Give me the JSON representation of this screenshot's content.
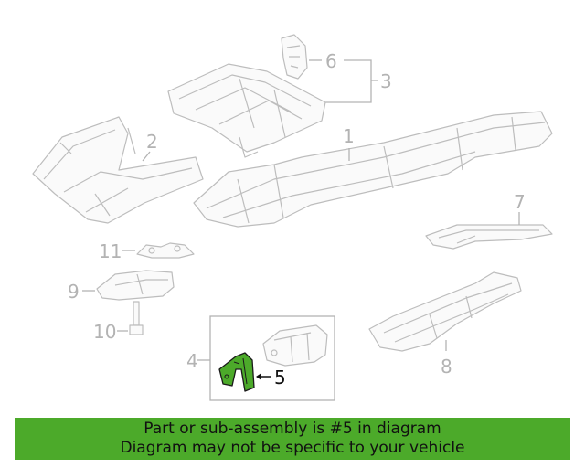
{
  "callouts": {
    "c1": "1",
    "c2": "2",
    "c3": "3",
    "c4": "4",
    "c5": "5",
    "c6": "6",
    "c7": "7",
    "c8": "8",
    "c9": "9",
    "c10": "10",
    "c11": "11"
  },
  "highlighted_part": "5",
  "colors": {
    "highlight": "#4caa2a",
    "banner": "#4caa2a",
    "line": "#bdbdbd"
  },
  "banner": {
    "line1": "Part or sub-assembly is #5 in diagram",
    "line2": "Diagram may not be specific to your vehicle"
  }
}
